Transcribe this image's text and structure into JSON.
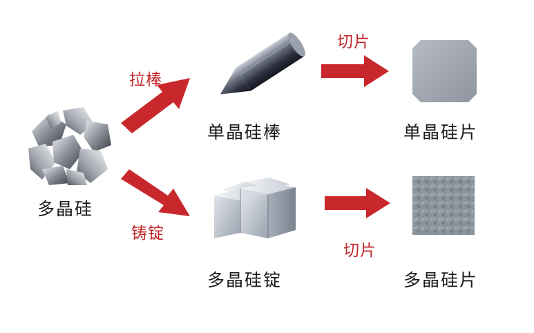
{
  "nodes": {
    "poly_raw": "多晶硅",
    "mono_ingot": "单晶硅棒",
    "poly_ingot": "多晶硅锭",
    "mono_wafer": "单晶硅片",
    "poly_wafer": "多晶硅片"
  },
  "processes": {
    "pull": "拉棒",
    "cast": "铸锭",
    "slice_top": "切片",
    "slice_bottom": "切片"
  },
  "colors": {
    "arrow": "#c8282c",
    "label_process": "#c0262a"
  }
}
